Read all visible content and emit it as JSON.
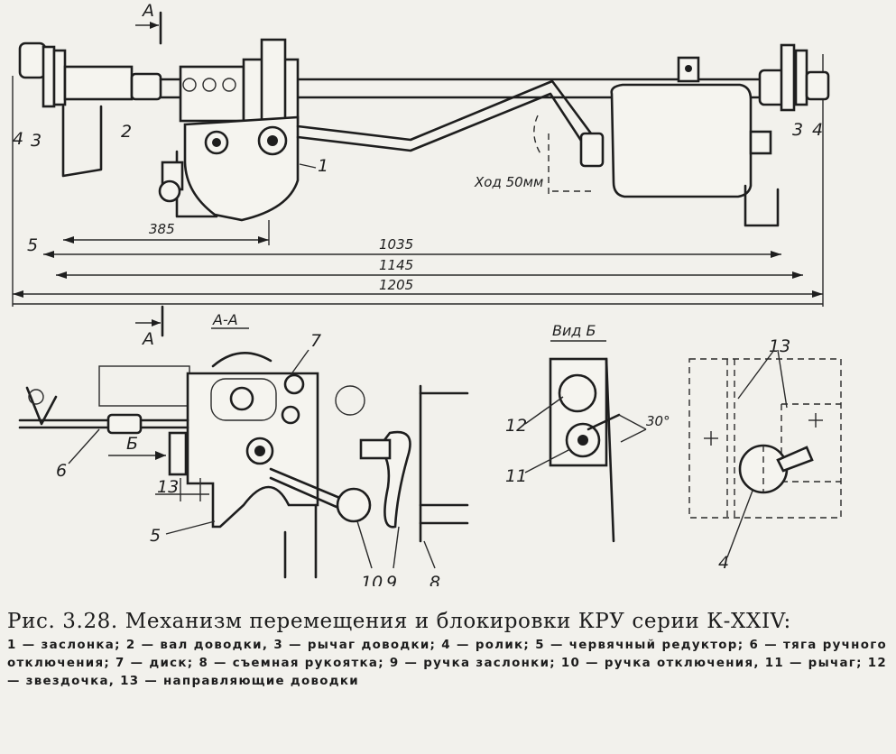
{
  "figure": {
    "labels": {
      "section_a": "A",
      "section_aa": "А-А",
      "view_b": "Вид Б",
      "arrow_b": "Б",
      "n1": "1",
      "n2": "2",
      "n3": "3",
      "n4": "4",
      "n5": "5",
      "n6": "6",
      "n7": "7",
      "n8": "8",
      "n9": "9",
      "n10": "10",
      "n11": "11",
      "n12": "12",
      "n13": "13",
      "dim_385": "385",
      "dim_1035": "1035",
      "dim_1145": "1145",
      "dim_1205": "1205",
      "dim_stroke": "Ход 50мм",
      "dim_13": "13",
      "angle_30": "30°"
    }
  },
  "caption": {
    "title": "Рис. 3.28. Механизм перемещения и блокировки КРУ серии К-XXIV:",
    "legend": "1 — заслонка; 2 — вал доводки, 3 — рычаг доводки; 4 — ролик; 5 — червячный редуктор; 6 — тяга ручного отключения; 7 — диск; 8 — съемная рукоятка; 9 — ручка заслонки; 10 — ручка отключения, 11 — рычаг; 12 — звездочка, 13 — направляющие доводки"
  }
}
